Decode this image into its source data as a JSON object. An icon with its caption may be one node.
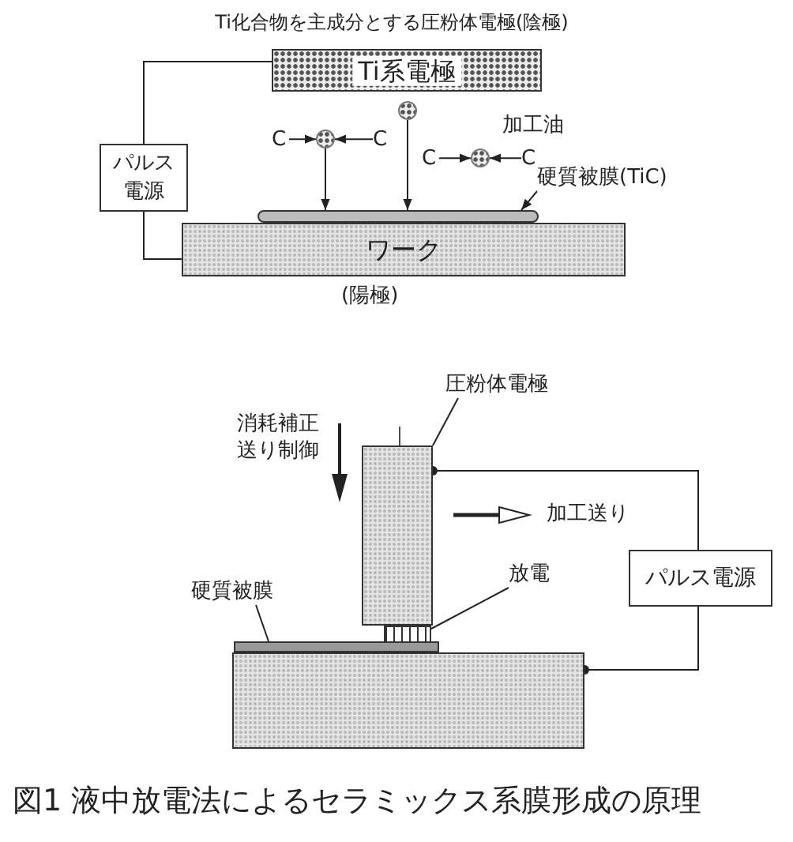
{
  "diagram": {
    "caption": "図1 液中放電法によるセラミックス系膜形成の原理",
    "nodes": [
      {
        "text": [
          "Ti化合物を主成分とする圧粉体電極(陰極)",
          "Ti系電極"
        ]
      },
      {
        "text": [],
        "shape": "circle"
      },
      {
        "text": [
          "パルス電源"
        ]
      },
      {
        "text": [
          "C"
        ]
      },
      {
        "text": [],
        "shape": "circle"
      },
      {
        "text": [
          "C"
        ]
      },
      {
        "text": [
          "C"
        ]
      },
      {
        "text": [],
        "shape": "circle"
      },
      {
        "text": [
          "C"
        ]
      },
      {
        "text": [
          "硬質被膜(TiC)"
        ]
      },
      {
        "text": [],
        "shape": "bar"
      },
      {
        "text": [
          "ワーク"
        ],
        "beside": [
          "(陽極)"
        ]
      },
      {
        "text": [
          "圧粉体電極"
        ]
      },
      {
        "text": [],
        "shape": "box"
      },
      {
        "text": [
          "パルス電源"
        ]
      },
      {
        "text": [
          "放電"
        ]
      },
      {
        "text": [],
        "shape": "bar"
      },
      {
        "text": [
          "硬質被膜"
        ]
      },
      {
        "text": [],
        "shape": "bar"
      },
      {
        "text": [],
        "shape": "box"
      }
    ],
    "edges": [
      {
        "from": 0,
        "to": 2,
        "arrow": "none"
      },
      {
        "from": 2,
        "to": 11,
        "arrow": "none"
      },
      {
        "from": 3,
        "to": 4,
        "arrow": "to"
      },
      {
        "from": 5,
        "to": 4,
        "arrow": "to"
      },
      {
        "from": 6,
        "to": 7,
        "arrow": "to"
      },
      {
        "from": 8,
        "to": 7,
        "arrow": "to"
      },
      {
        "from": 4,
        "to": 10,
        "arrow": "to"
      },
      {
        "from": 1,
        "to": 10,
        "arrow": "to"
      },
      {
        "from": 9,
        "to": 10,
        "arrow": "to"
      },
      {
        "from": 12,
        "to": 13,
        "arrow": "none"
      },
      {
        "from": 13,
        "to": 14,
        "arrow": "other"
      },
      {
        "from": 14,
        "to": 19,
        "arrow": "other"
      },
      {
        "from": 15,
        "to": 16,
        "arrow": "none"
      },
      {
        "from": 17,
        "to": 18,
        "arrow": "none"
      }
    ],
    "labels": [
      "加工油",
      "消耗補正送り制御",
      "加工送り"
    ]
  }
}
